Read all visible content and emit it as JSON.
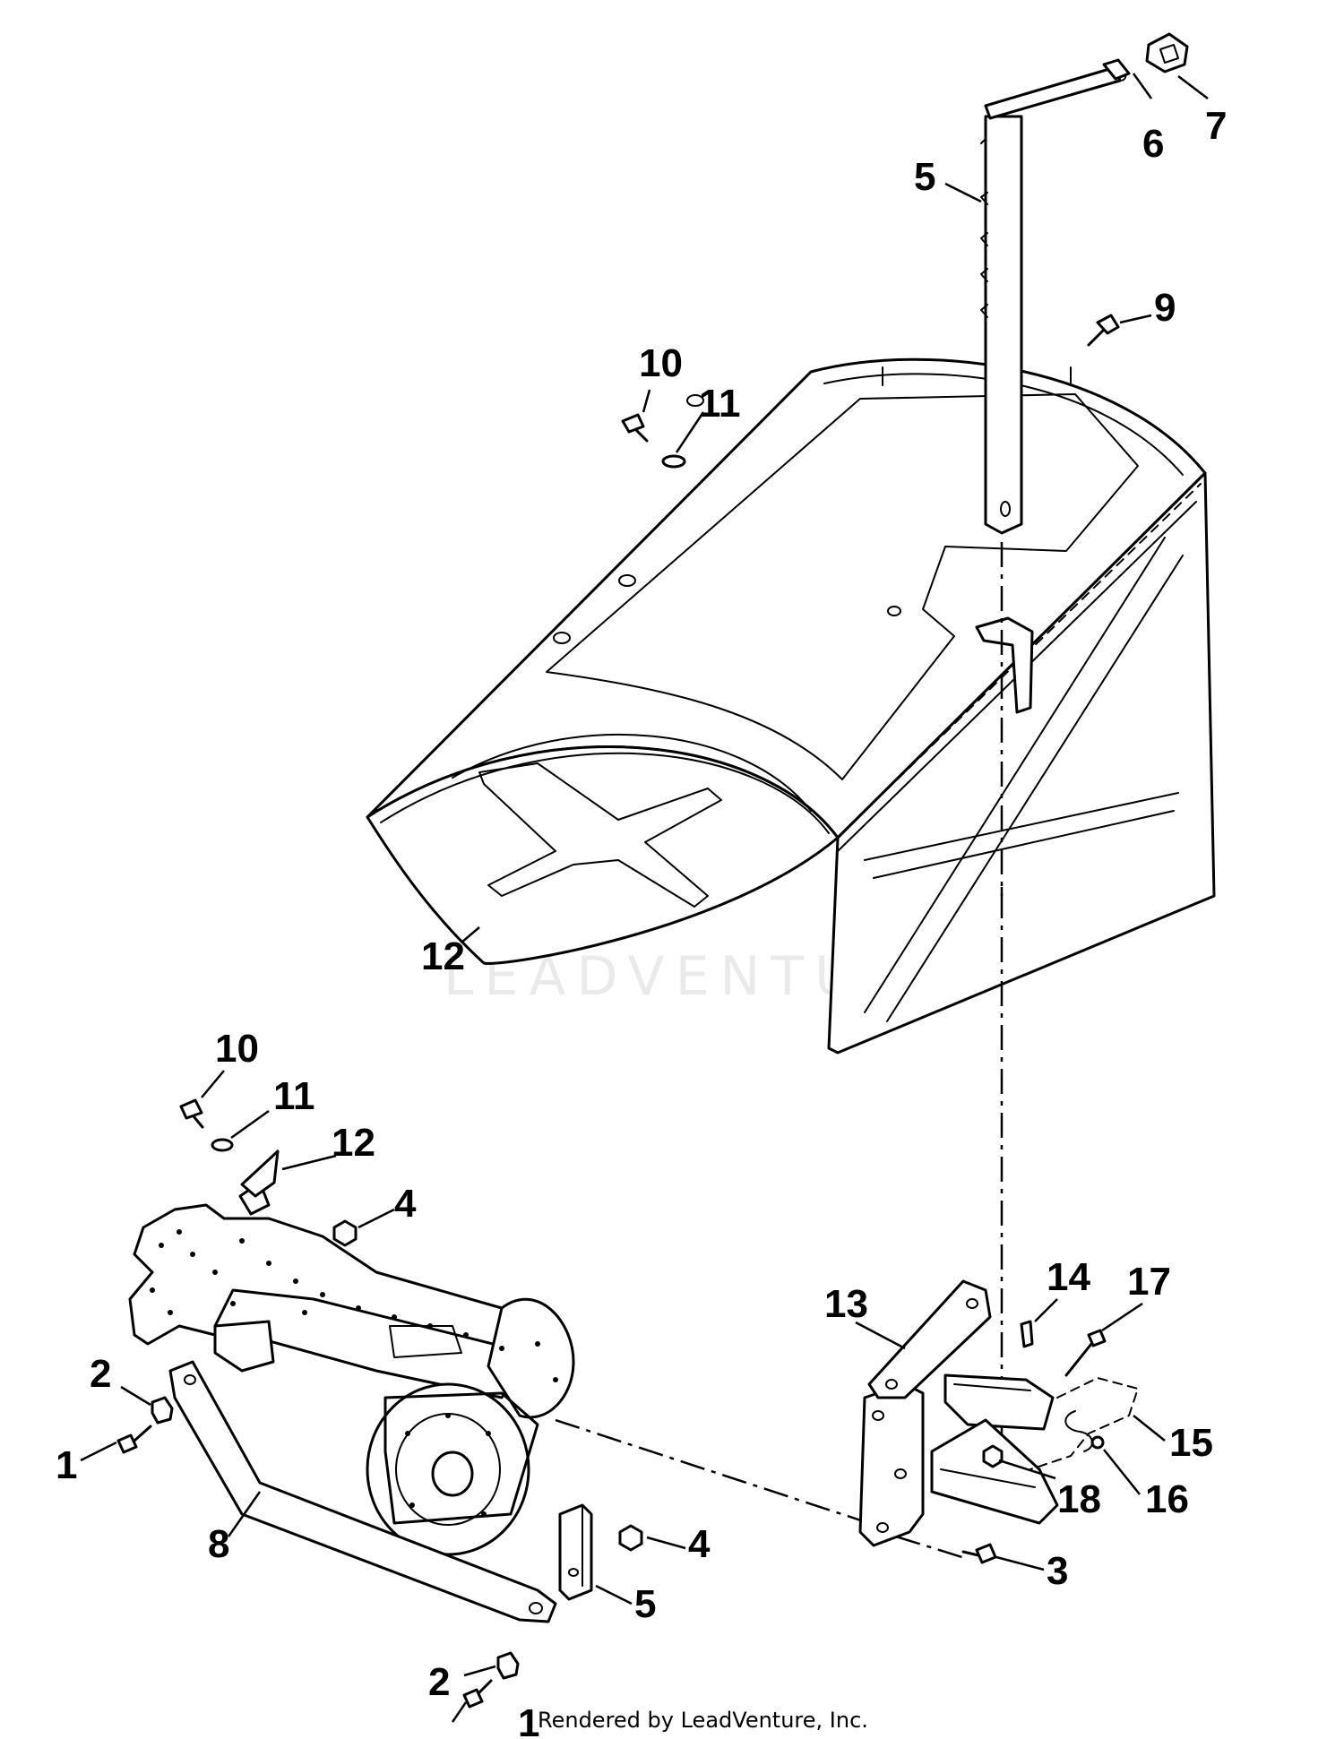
{
  "watermark": "LEADVENTURE",
  "credit": "Rendered by LeadVenture, Inc.",
  "callouts": {
    "c1a": "1",
    "c1b": "1",
    "c2a": "2",
    "c2b": "2",
    "c3": "3",
    "c4a": "4",
    "c4b": "4",
    "c5a": "5",
    "c5b": "5",
    "c6": "6",
    "c7": "7",
    "c8": "8",
    "c9": "9",
    "c10a": "10",
    "c10b": "10",
    "c11a": "11",
    "c11b": "11",
    "c12a": "12",
    "c12b": "12",
    "c13": "13",
    "c14": "14",
    "c15": "15",
    "c16": "16",
    "c17": "17",
    "c18": "18"
  }
}
